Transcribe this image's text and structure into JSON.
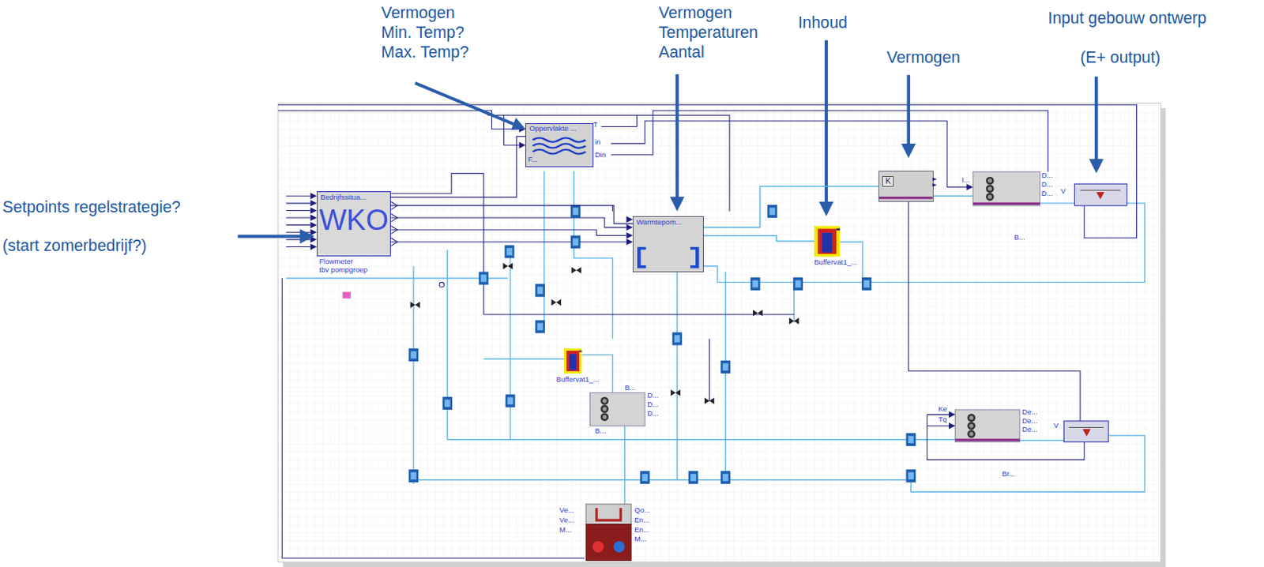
{
  "diagram": {
    "nodes": [
      {
        "text": [
          "Bedrijfssitua...",
          "WKO"
        ]
      },
      {
        "text": [
          "Oppervlakte ..."
        ]
      },
      {
        "text": [
          "Warmtepom..."
        ]
      },
      {
        "text": [
          "Buffervat1_..."
        ]
      },
      {
        "text": [
          "Buffervat1_..."
        ]
      },
      {
        "text": [
          "K"
        ]
      }
    ],
    "edges": [
      {
        "from": 0,
        "to": 2,
        "arrow": "none"
      },
      {
        "from": 0,
        "to": 1,
        "arrow": "none"
      },
      {
        "from": 2,
        "to": 3,
        "arrow": "none"
      },
      {
        "from": 2,
        "to": 5,
        "arrow": "none"
      }
    ],
    "labels": [
      "Vermogen",
      "Min. Temp?",
      "Max. Temp?",
      "Vermogen",
      "Temperaturen",
      "Aantal",
      "Inhoud",
      "Vermogen",
      "Input gebouw ontwerp",
      "(E+ output)",
      "Setpoints regelstrategie?",
      "(start zomerbedrijf?)",
      "Flowmeter",
      "tbv pompgroep",
      "T",
      "in",
      "Din",
      "F...",
      "D...",
      "D...",
      "D...",
      "I...",
      "V",
      "B...",
      "D...",
      "D...",
      "D...",
      "B...",
      "B...",
      "Ke",
      "Tq",
      "De...",
      "De...",
      "De...",
      "V",
      "Br...",
      "Ve...",
      "Ve...",
      "M...",
      "Qo...",
      "En...",
      "En...",
      "M..."
    ]
  }
}
